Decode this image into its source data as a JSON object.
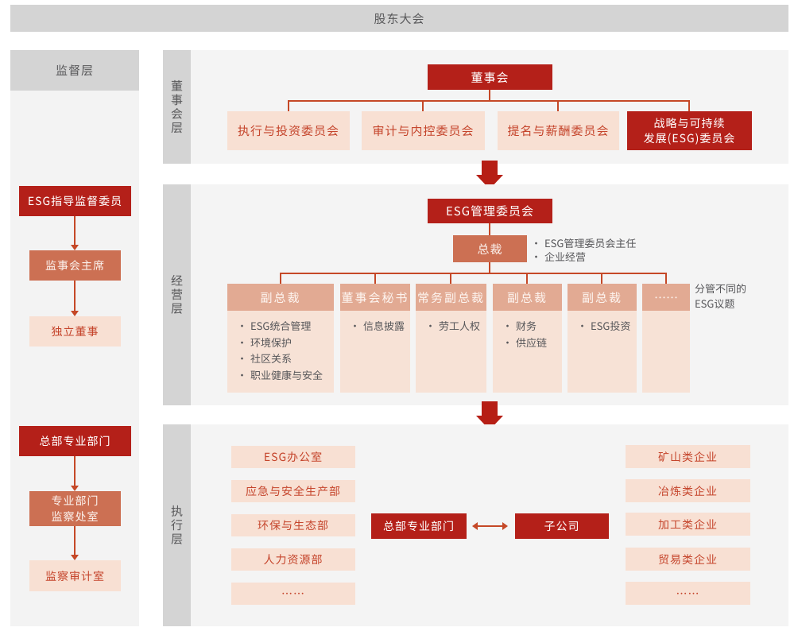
{
  "palette": {
    "dark_red": "#b42019",
    "terracotta": "#cc7053",
    "salmon": "#e2aa93",
    "light_pink": "#f8e0d3",
    "panel_pink": "#f7e2d6",
    "connector_red": "#c54827",
    "arrow_red": "#b61e15",
    "gray_bar": "#d4d4d4",
    "section_gray": "#f4f4f4",
    "text_gray": "#58585a",
    "text_red": "#c5452c"
  },
  "top_bar": {
    "label": "股东大会"
  },
  "sidebar": {
    "header": "监督层",
    "chain1": [
      {
        "label": "ESG指导监督委员",
        "style": "dark"
      },
      {
        "label": "监事会主席",
        "style": "mid"
      },
      {
        "label": "独立董事",
        "style": "light"
      }
    ],
    "chain2": [
      {
        "label": "总部专业部门",
        "style": "dark"
      },
      {
        "line1": "专业部门",
        "line2": "监察处室",
        "style": "mid"
      },
      {
        "label": "监察审计室",
        "style": "light"
      }
    ]
  },
  "board_layer": {
    "bar_label": "董事会层",
    "root": "董事会",
    "committees": [
      {
        "label": "执行与投资委员会",
        "style": "light"
      },
      {
        "label": "审计与内控委员会",
        "style": "light"
      },
      {
        "label": "提名与薪酬委员会",
        "style": "light"
      },
      {
        "line1": "战略与可持续",
        "line2": "发展(ESG)委员会",
        "style": "dark"
      }
    ]
  },
  "management_layer": {
    "bar_label": "经营层",
    "root": "ESG管理委员会",
    "president": {
      "label": "总裁",
      "notes": [
        "ESG管理委员会主任",
        "企业经营"
      ]
    },
    "rows": [
      {
        "title": "副总裁",
        "items": [
          "ESG统合管理",
          "环境保护",
          "社区关系",
          "职业健康与安全"
        ]
      },
      {
        "title": "董事会秘书",
        "items": [
          "信息披露"
        ]
      },
      {
        "title": "常务副总裁",
        "items": [
          "劳工人权"
        ]
      },
      {
        "title": "副总裁",
        "items": [
          "财务",
          "供应链"
        ]
      },
      {
        "title": "副总裁",
        "items": [
          "ESG投资"
        ]
      },
      {
        "title": "……",
        "items": []
      }
    ],
    "side_note": {
      "line1": "分管不同的",
      "line2": "ESG议题"
    }
  },
  "execution_layer": {
    "bar_label": "执行层",
    "left_departments": [
      "ESG办公室",
      "应急与安全生产部",
      "环保与生态部",
      "人力资源部",
      "……"
    ],
    "hq": "总部专业部门",
    "subsidiary": "子公司",
    "right_companies": [
      "矿山类企业",
      "冶炼类企业",
      "加工类企业",
      "贸易类企业",
      "……"
    ]
  }
}
